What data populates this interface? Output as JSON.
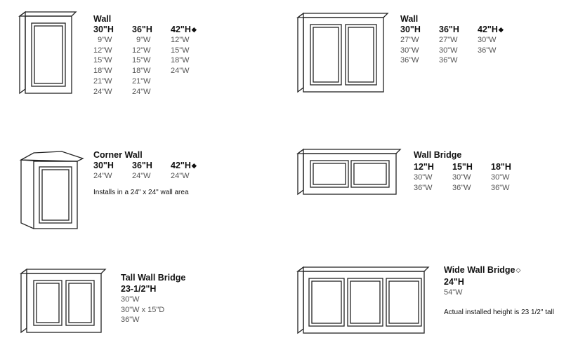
{
  "wall_left": {
    "title": "Wall",
    "columns": [
      {
        "height": "30\"H",
        "widths": [
          "9\"W",
          "12\"W",
          "15\"W",
          "18\"W",
          "21\"W",
          "24\"W"
        ]
      },
      {
        "height": "36\"H",
        "widths": [
          "9\"W",
          "12\"W",
          "15\"W",
          "18\"W",
          "21\"W",
          "24\"W"
        ]
      },
      {
        "height": "42\"H",
        "widths": [
          "12\"W",
          "15\"W",
          "18\"W",
          "24\"W"
        ]
      }
    ],
    "marker": "◆"
  },
  "wall_right": {
    "title": "Wall",
    "columns": [
      {
        "height": "30\"H",
        "widths": [
          "27\"W",
          "30\"W",
          "36\"W"
        ]
      },
      {
        "height": "36\"H",
        "widths": [
          "27\"W",
          "30\"W",
          "36\"W"
        ]
      },
      {
        "height": "42\"H",
        "widths": [
          "30\"W",
          "36\"W"
        ]
      }
    ],
    "marker": "◆"
  },
  "corner_wall": {
    "title": "Corner Wall",
    "columns": [
      {
        "height": "30\"H",
        "widths": [
          "24\"W"
        ]
      },
      {
        "height": "36\"H",
        "widths": [
          "24\"W"
        ]
      },
      {
        "height": "42\"H",
        "widths": [
          "24\"W"
        ]
      }
    ],
    "marker": "◆",
    "note": "Installs in a 24\" x 24\" wall area"
  },
  "wall_bridge": {
    "title": "Wall Bridge",
    "columns": [
      {
        "height": "12\"H",
        "widths": [
          "30\"W",
          "36\"W"
        ]
      },
      {
        "height": "15\"H",
        "widths": [
          "30\"W",
          "36\"W"
        ]
      },
      {
        "height": "18\"H",
        "widths": [
          "30\"W",
          "36\"W"
        ]
      }
    ]
  },
  "tall_wall_bridge": {
    "title": "Tall Wall Bridge",
    "height": "23-1/2\"H",
    "widths": [
      "30\"W",
      "30\"W x 15\"D",
      "36\"W"
    ]
  },
  "wide_wall_bridge": {
    "title": "Wide Wall Bridge",
    "marker": "◇",
    "height": "24\"H",
    "widths": [
      "54\"W"
    ],
    "note": "Actual installed height is 23 1/2\" tall"
  }
}
